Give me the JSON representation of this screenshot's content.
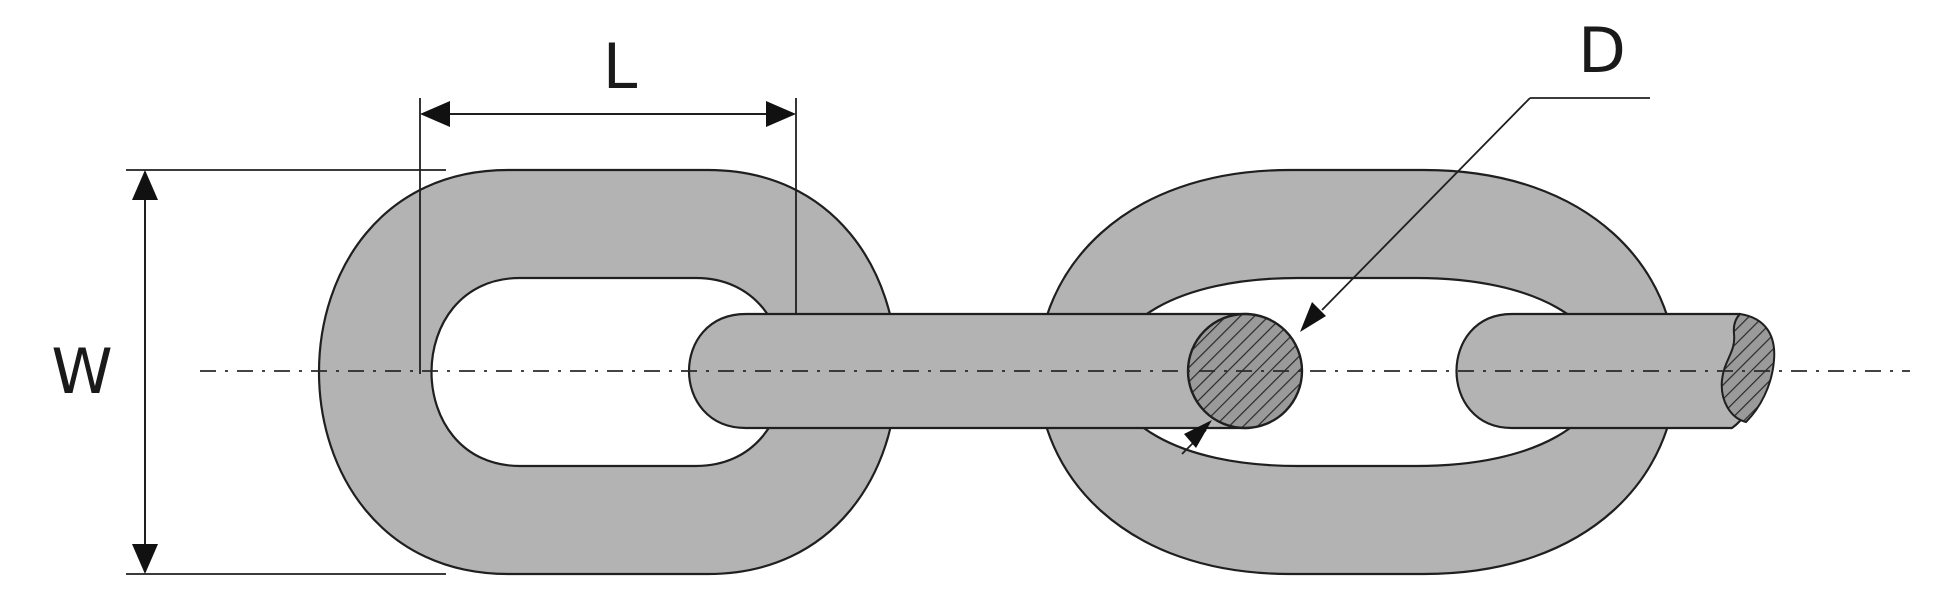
{
  "diagram": {
    "labels": {
      "length": "L",
      "width": "W",
      "diameter": "D"
    },
    "colors": {
      "link_fill": "#b3b3b3",
      "outline": "#1f1f1f",
      "section_fill": "#909090",
      "background": "#ffffff"
    }
  }
}
